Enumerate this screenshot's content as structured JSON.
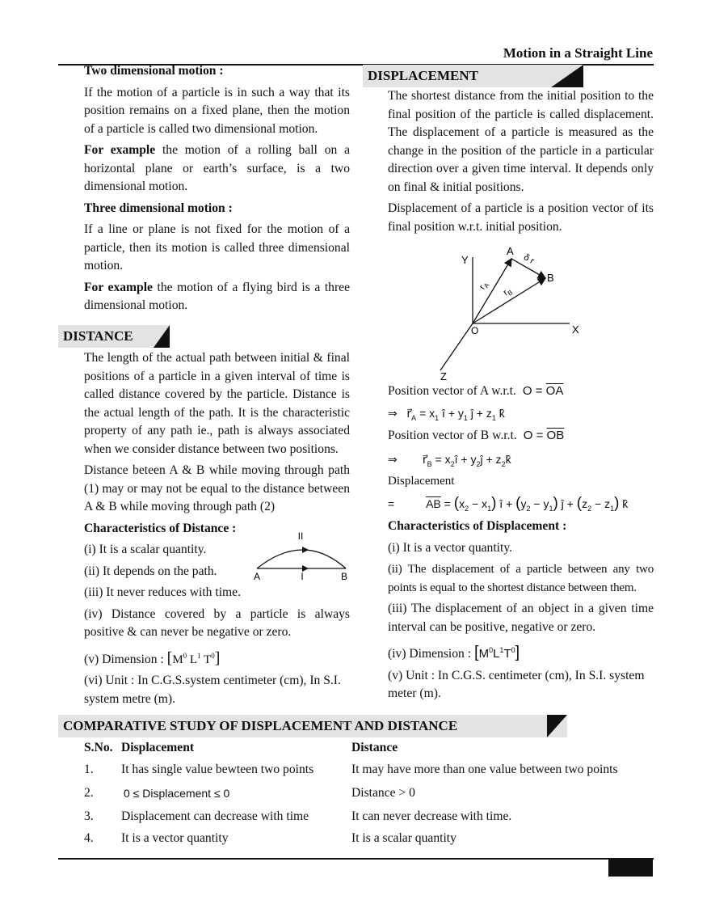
{
  "header": {
    "running_title": "Motion in a Straight Line"
  },
  "left": {
    "two_dim": {
      "heading": "Two dimensional motion :",
      "text": "If the motion of a particle is in such a way that its position remains on a fixed plane, then the motion of a particle is called two dimensional motion.",
      "example_label": "For example",
      "example_text": " the motion of a rolling ball on a horizontal plane or earth’s surface, is a two dimensional motion."
    },
    "three_dim": {
      "heading": "Three dimensional motion :",
      "text": "If a line or plane is not fixed for the motion of a particle, then its motion is called three dimensional motion.",
      "example_label": "For example",
      "example_text": " the motion of a flying bird is a three dimensional motion."
    },
    "distance": {
      "section_title": "DISTANCE",
      "para1": "The length of the actual path between initial & final positions of a particle in a given interval of time is called distance covered by the particle. Distance is the actual length of the path. It is the characteristic property of any path ie., path is always associated when we consider distance between two positions.",
      "para2": "Distance beteen A & B while moving through path (1) may or may not be equal to the distance between A & B while moving through path (2)",
      "char_heading": "Characteristics of Distance :",
      "items": [
        "(i) It is a scalar quantity.",
        "(ii) It depends on the path.",
        "(iii) It never reduces with time.",
        "(iv) Distance covered by a particle is always positive & can never be negative or zero."
      ],
      "dimension_label": "(v) Dimension :",
      "unit": "(vi) Unit : In C.G.S.system centimeter (cm), In S.I. system metre (m).",
      "path_diagram": {
        "label_upper": "II",
        "label_lower": "I",
        "point_a": "A",
        "point_b": "B"
      }
    }
  },
  "right": {
    "displacement": {
      "section_title": "DISPLACEMENT",
      "para1": "The shortest distance from the initial position to the final position of the particle is called displacement. The displacement of a particle is measured as the change in the position of the particle in a particular direction over a given time interval. It depends only on final & initial positions.",
      "para2": "Displacement of a particle is a position vector of its final position w.r.t. initial position.",
      "axes_diagram": {
        "y": "Y",
        "x": "X",
        "z": "Z",
        "origin": "O",
        "a": "A",
        "b": "B"
      },
      "pos_a_label": "Position vector of A w.r.t.",
      "pos_b_label": "Position vector of B w.r.t.",
      "implies": "⇒",
      "displacement_label": "Displacement",
      "equals": "=",
      "char_heading": "Characteristics of Displacement :",
      "items": [
        "(i) It is a vector quantity.",
        "(ii) The displacement of a particle between any two points is equal to the shortest distance between them.",
        "(iii) The displacement of an object in a given time interval can be positive, negative or zero."
      ],
      "dimension_label": "(iv) Dimension :",
      "unit": "(v) Unit : In C.G.S. centimeter (cm), In S.I. system meter (m)."
    }
  },
  "comparison": {
    "section_title": "COMPARATIVE STUDY OF DISPLACEMENT AND DISTANCE",
    "headers": [
      "S.No.",
      "Displacement",
      "Distance"
    ],
    "rows": [
      [
        "1.",
        "It has single value bewteen two points",
        "It may have more than one value between two points"
      ],
      [
        "2.",
        "0 ≤ Displacement ≤ 0",
        "Distance > 0"
      ],
      [
        "3.",
        "Displacement can decrease with time",
        "It can never decrease with time."
      ],
      [
        "4.",
        "It is a vector quantity",
        "It is a scalar quantity"
      ]
    ]
  }
}
